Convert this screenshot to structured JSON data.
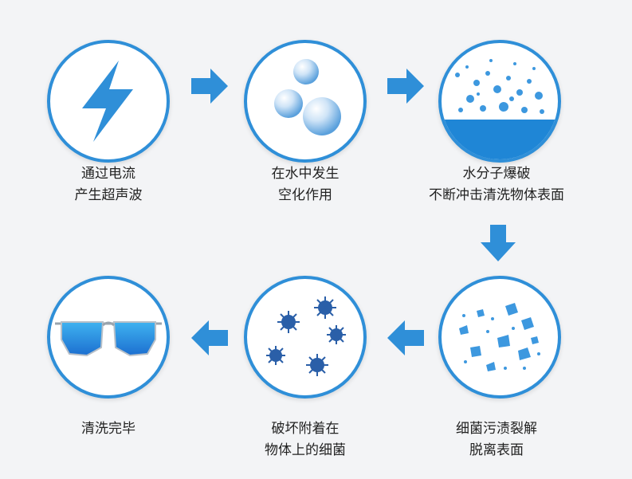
{
  "steps": [
    {
      "line1": "通过电流",
      "line2": "产生超声波",
      "icon": "lightning-icon"
    },
    {
      "line1": "在水中发生",
      "line2": "空化作用",
      "icon": "bubbles-icon"
    },
    {
      "line1": "水分子爆破",
      "line2": "不断冲击清洗物体表面",
      "icon": "water-splash-icon"
    },
    {
      "line1": "细菌污渍裂解",
      "line2": "脱离表面",
      "icon": "dirt-particles-icon"
    },
    {
      "line1": "破坏附着在",
      "line2": "物体上的细菌",
      "icon": "bacteria-icon"
    },
    {
      "line1": "清洗完毕",
      "line2": "",
      "icon": "sunglasses-icon"
    }
  ],
  "colors": {
    "accent": "#2f8fd8",
    "arrow": "#2f8fd8"
  }
}
